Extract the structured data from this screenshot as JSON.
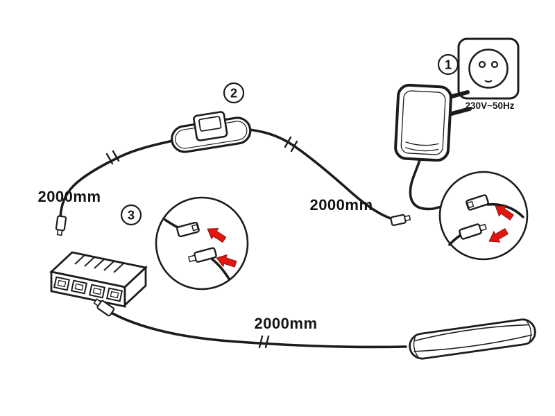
{
  "diagram": {
    "background_color": "#ffffff",
    "line_color": "#1c1c1c",
    "arrow_color": "#e0160f",
    "badges": {
      "adapter": "1",
      "switch": "2",
      "distributor": "3"
    },
    "labels": {
      "voltage": "230V~50Hz",
      "cable_left": "2000mm",
      "cable_right": "2000mm",
      "cable_bottom": "2000mm"
    }
  }
}
